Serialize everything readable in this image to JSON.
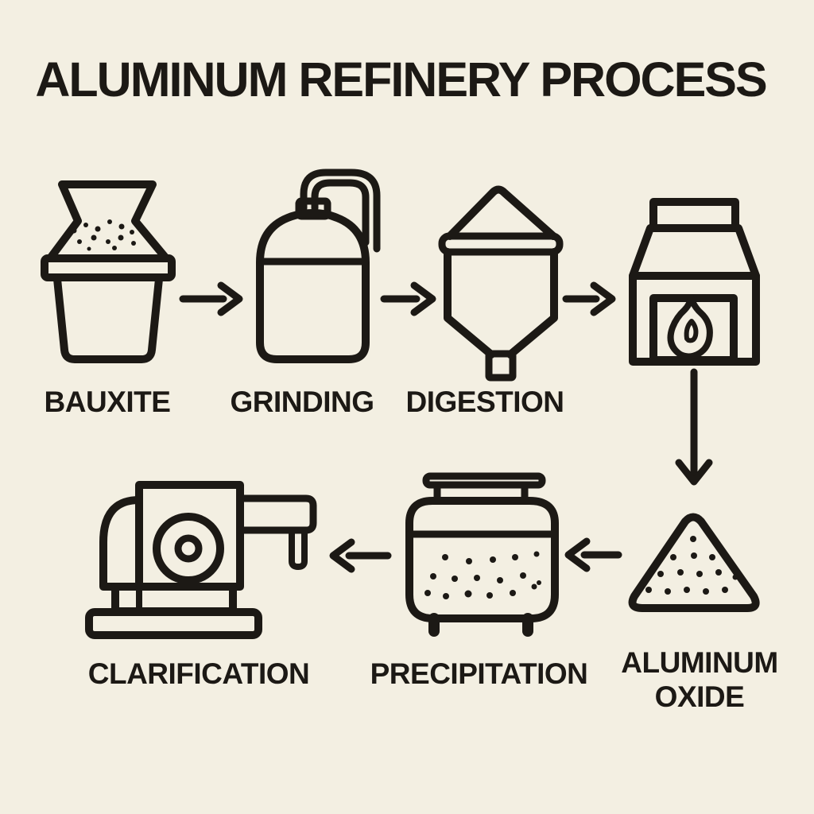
{
  "colors": {
    "background": "#f3efe2",
    "ink": "#1c1915"
  },
  "title": {
    "text": "ALUMINUM REFINERY PROCESS"
  },
  "steps": {
    "bauxite": {
      "label": "BAUXITE",
      "icon": "ore-bucket-icon"
    },
    "grinding": {
      "label": "GRINDING",
      "icon": "grinding-tank-icon"
    },
    "digestion": {
      "label": "DIGESTION",
      "icon": "digestion-hopper-icon"
    },
    "furnace": {
      "icon": "calcination-furnace-icon"
    },
    "aluminum_oxide": {
      "label_line1": "ALUMINUM",
      "label_line2": "OXIDE",
      "icon": "powder-pile-icon"
    },
    "precipitation": {
      "label": "PRECIPITATION",
      "icon": "precipitation-tank-icon"
    },
    "clarification": {
      "label": "CLARIFICATION",
      "icon": "clarification-machine-icon"
    }
  },
  "connectors": [
    {
      "from": "bauxite",
      "to": "grinding",
      "icon": "arrow-right-icon"
    },
    {
      "from": "grinding",
      "to": "digestion",
      "icon": "arrow-right-icon"
    },
    {
      "from": "digestion",
      "to": "furnace",
      "icon": "arrow-right-icon"
    },
    {
      "from": "furnace",
      "to": "aluminum_oxide",
      "icon": "arrow-down-icon"
    },
    {
      "from": "aluminum_oxide",
      "to": "precipitation",
      "icon": "arrow-left-icon"
    },
    {
      "from": "precipitation",
      "to": "clarification",
      "icon": "arrow-left-icon"
    }
  ]
}
